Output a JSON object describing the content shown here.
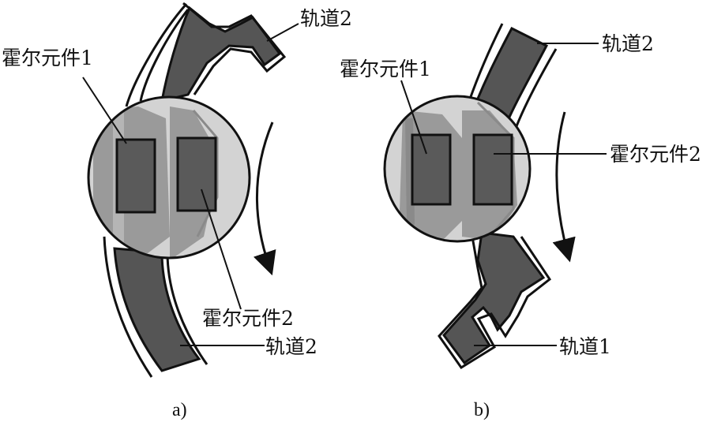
{
  "panel_a": {
    "caption": "a)",
    "labels": {
      "hall1": "霍尔元件1",
      "hall2": "霍尔元件2",
      "track_top": "轨道2",
      "track_bottom": "轨道2"
    }
  },
  "panel_b": {
    "caption": "b)",
    "labels": {
      "hall1": "霍尔元件1",
      "hall2": "霍尔元件2",
      "track_top": "轨道2",
      "track_bottom": "轨道1"
    }
  },
  "colors": {
    "track_dark": "#555555",
    "track_light": "#9a9a9a",
    "lens": "#d3d3d3",
    "sensor": "#5a5a5a",
    "outline": "#111111"
  }
}
